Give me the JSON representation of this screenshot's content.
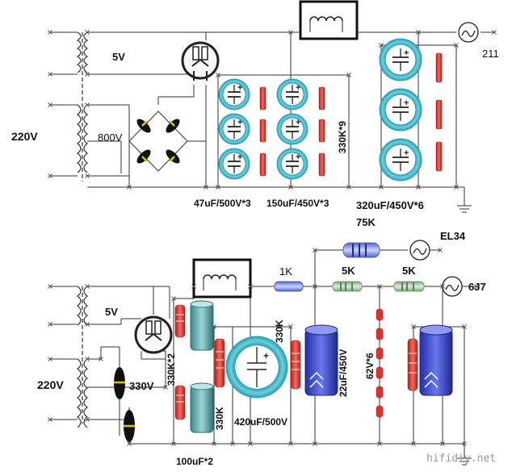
{
  "top": {
    "label_5v": "5V",
    "label_220v": "220V",
    "label_800v": "800V",
    "label_47uf": "47uF/500V*3",
    "label_150uf": "150uF/450V*3",
    "label_320uf": "320uF/450V*6",
    "label_330k9": "330K*9",
    "label_211": "211"
  },
  "bottom": {
    "label_75k": "75K",
    "label_el34": "EL34",
    "label_1k": "1K",
    "label_5k_a": "5K",
    "label_5k_b": "5K",
    "label_6j7": "6J7",
    "label_5v": "5V",
    "label_220v": "220V",
    "label_330v": "330V",
    "label_330k2": "330K*2",
    "label_330k_a": "330K",
    "label_330k_b": "330K",
    "label_420uf": "420uF/500V",
    "label_22uf": "22uF/450V",
    "label_62v6": "62V*6",
    "label_100uf2": "100uF*2"
  },
  "watermark": "hifidiy.net",
  "colors": {
    "cap_ring": "#38b3c4",
    "resistor": "#e0312b",
    "cap_blue": "#3a45c8",
    "cap_teal": "#4d9fa2"
  }
}
